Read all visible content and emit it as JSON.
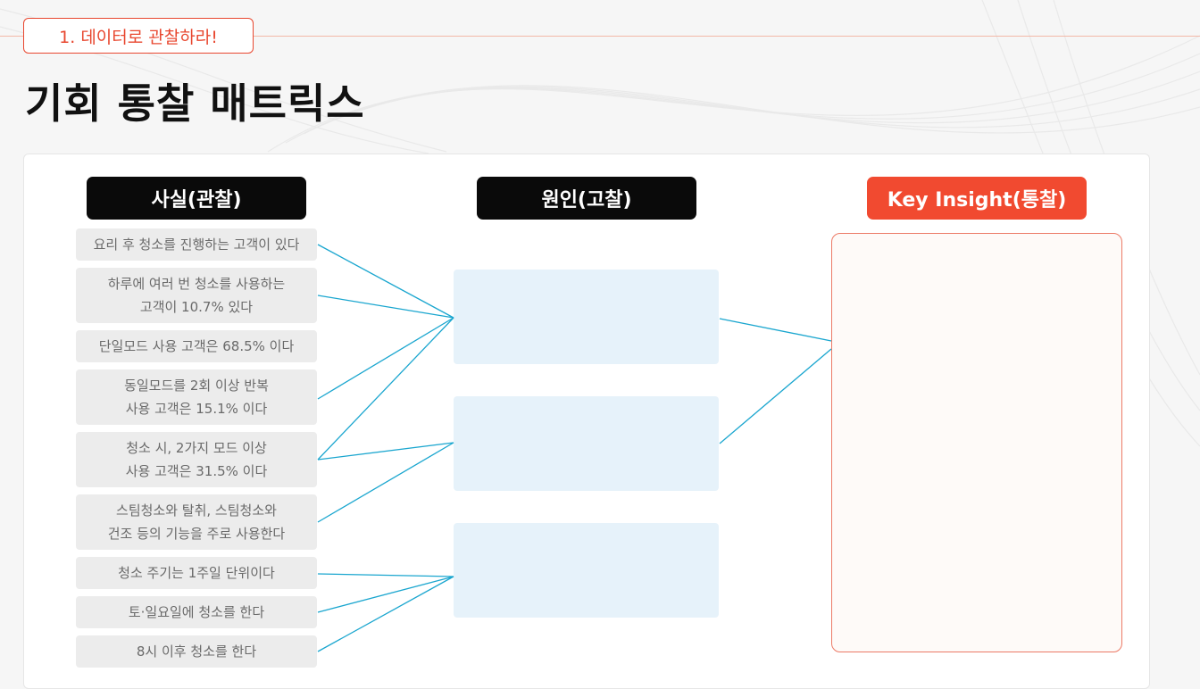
{
  "header": {
    "tag_label": "1. 데이터로 관찰하라!",
    "title": "기회 통찰 매트릭스"
  },
  "columns": {
    "facts_title": "사실(관찰)",
    "causes_title": "원인(고찰)",
    "insight_title": "Key Insight(통찰)"
  },
  "facts": [
    "요리 후 청소를 진행하는 고객이 있다",
    "하루에 여러 번 청소를 사용하는\n고객이 10.7% 있다",
    "단일모드 사용 고객은 68.5% 이다",
    "동일모드를 2회 이상 반복\n사용 고객은 15.1% 이다",
    "청소 시, 2가지 모드 이상\n사용 고객은 31.5% 이다",
    "스팀청소와 탈취, 스팀청소와\n건조 등의 기능을 주로 사용한다",
    "청소 주기는 1주일 단위이다",
    "토·일요일에 청소를 한다",
    "8시 이후 청소를 한다"
  ],
  "colors": {
    "accent_red": "#f14a30",
    "link_line": "#1aa6cf",
    "cause_fill": "#e6f2fa"
  }
}
